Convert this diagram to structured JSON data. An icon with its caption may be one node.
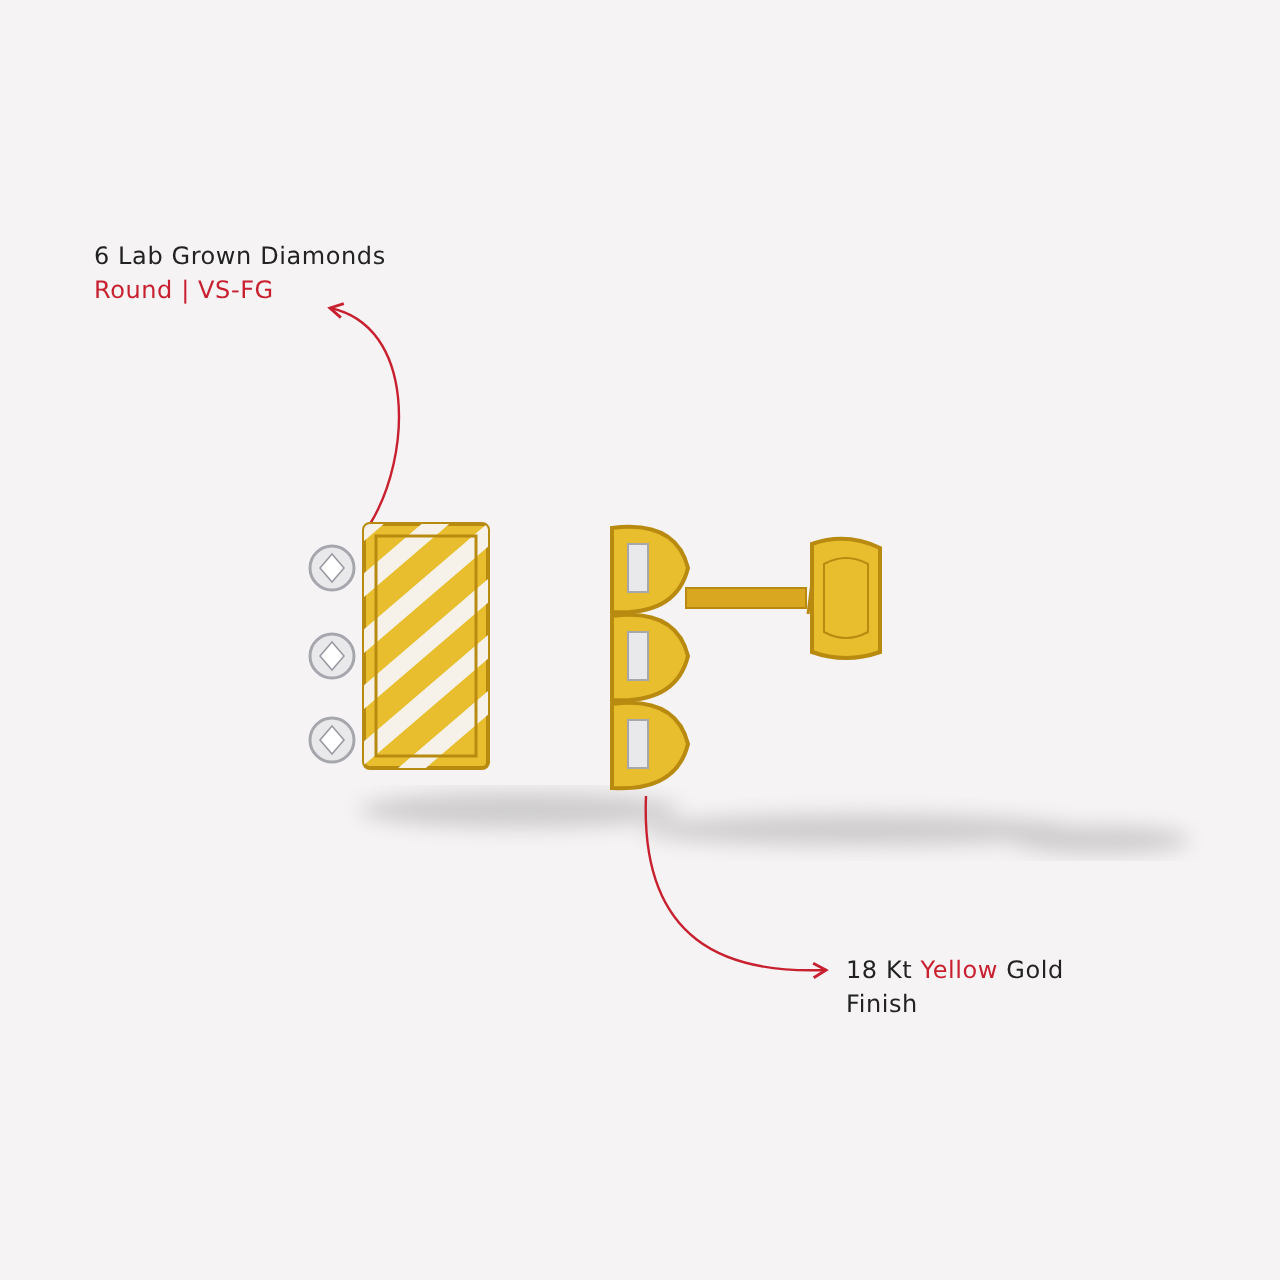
{
  "diagram": {
    "nodes": [
      {
        "text": [
          "6 Lab Grown Diamonds",
          "Round | VS-FG"
        ]
      },
      {
        "text": [],
        "shape": "picture"
      },
      {
        "text": [],
        "shape": "picture"
      },
      {
        "text": [
          "18 Kt *Yellow* Gold Finish"
        ]
      }
    ],
    "edges": [
      {
        "from": 1,
        "to": 0,
        "arrow": "to"
      },
      {
        "from": 2,
        "to": 3,
        "arrow": "to"
      }
    ]
  }
}
